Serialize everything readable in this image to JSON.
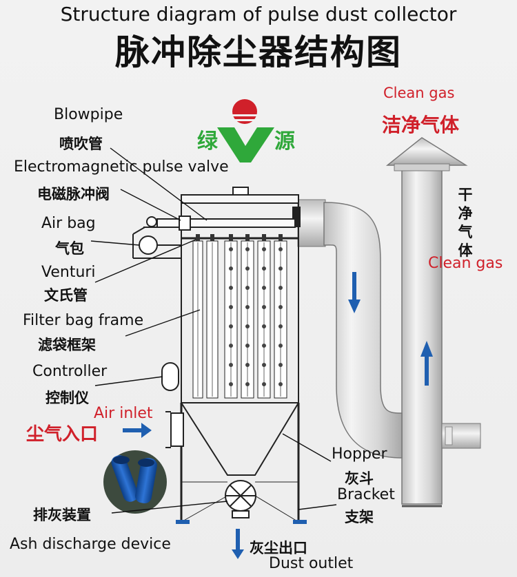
{
  "header": {
    "title_en": "Structure diagram of pulse dust collector",
    "title_zh": "脉冲除尘器结构图"
  },
  "logo": {
    "left_char": "绿",
    "right_char": "源"
  },
  "labels": {
    "blowpipe": {
      "en": "Blowpipe",
      "zh": "喷吹管"
    },
    "pulse_valve": {
      "en": "Electromagnetic pulse valve",
      "zh": "电磁脉冲阀"
    },
    "air_bag": {
      "en": "Air bag",
      "zh": "气包"
    },
    "venturi": {
      "en": "Venturi",
      "zh": "文氏管"
    },
    "filter_frame": {
      "en": "Filter bag frame",
      "zh": "滤袋框架"
    },
    "controller": {
      "en": "Controller",
      "zh": "控制仪"
    },
    "air_inlet": {
      "en": "Air inlet",
      "zh": "尘气入口"
    },
    "ash_device": {
      "en": "Ash discharge device",
      "zh": "排灰装置"
    },
    "dust_outlet": {
      "en": "Dust outlet",
      "zh": "灰尘出口"
    },
    "hopper": {
      "en": "Hopper",
      "zh": "灰斗"
    },
    "bracket": {
      "en": "Bracket",
      "zh": "支架"
    },
    "clean_gas_top": {
      "en": "Clean gas",
      "zh": "洁净气体"
    },
    "clean_gas_side": {
      "en": "Clean gas",
      "zh": "干净气体"
    }
  },
  "colors": {
    "accent_red": "#d0202a",
    "flow_blue": "#1f5fb0",
    "logo_green": "#2fa83a",
    "line": "#222222"
  }
}
